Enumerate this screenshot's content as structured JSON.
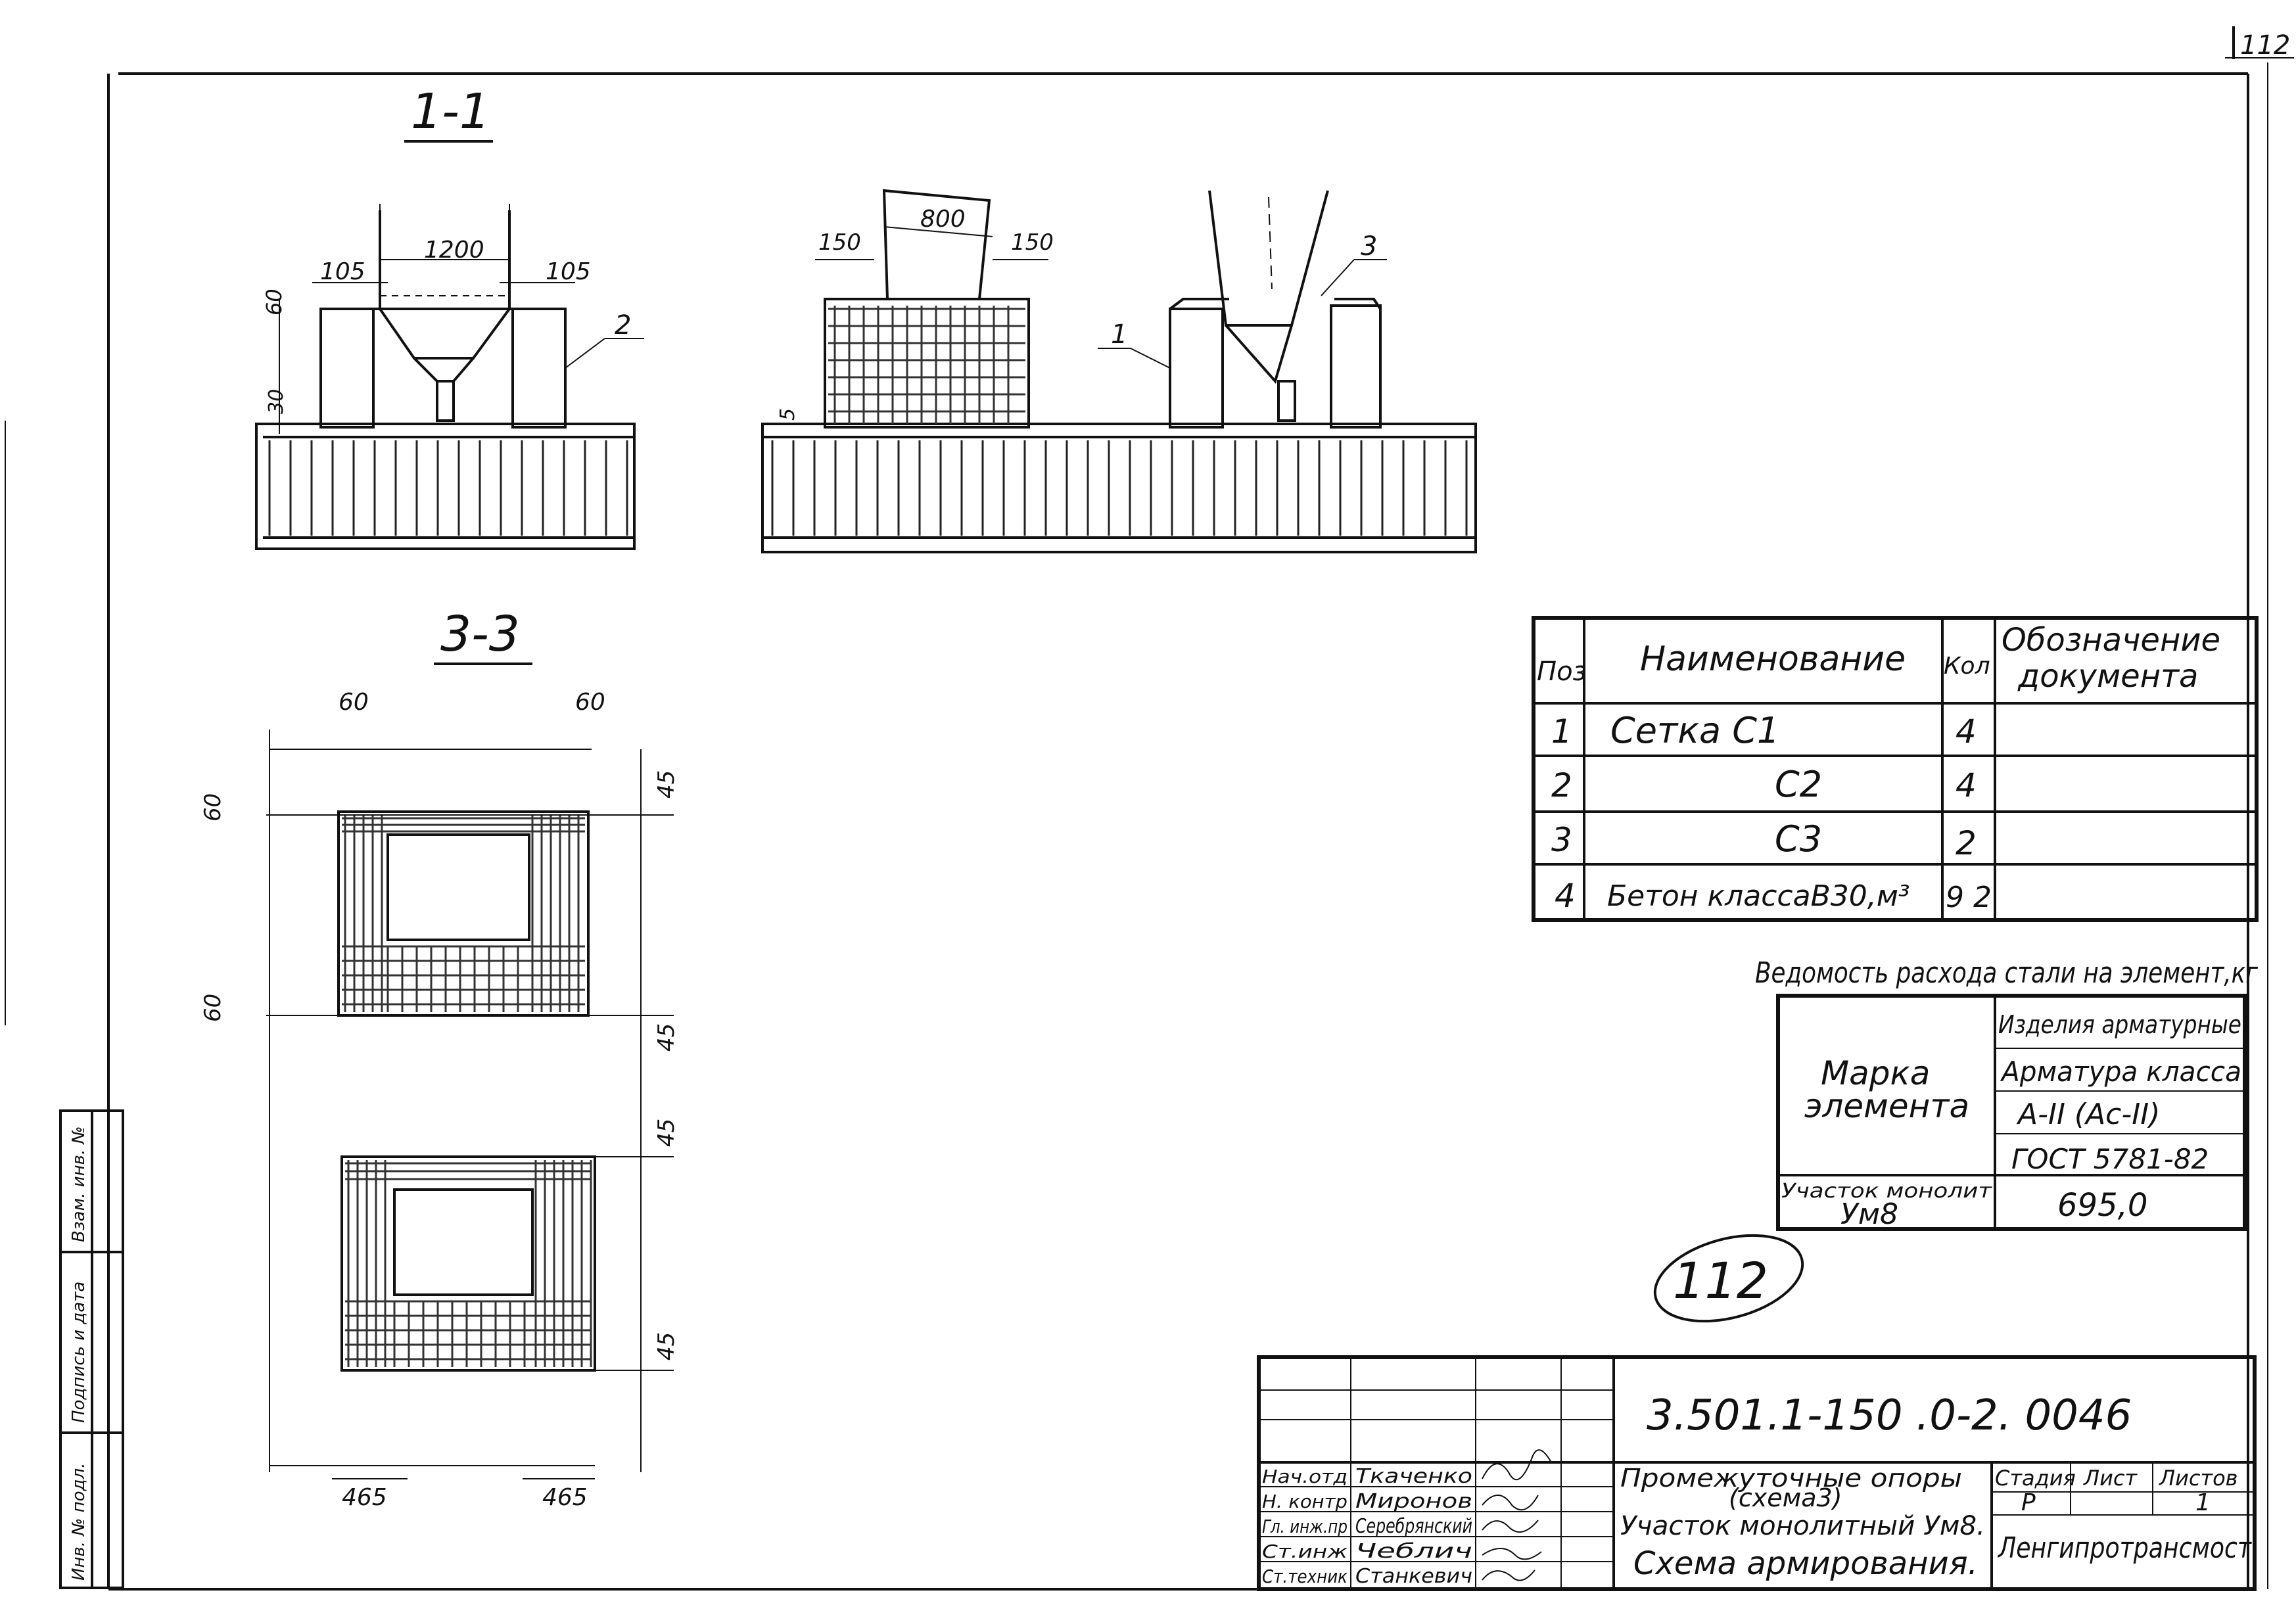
{
  "sheet_number": "112",
  "stamp": "112",
  "sections": {
    "s11": "1-1",
    "s33": "3-3"
  },
  "dims": {
    "d1200": "1200",
    "d105a": "105",
    "d105b": "105",
    "d60v1": "60",
    "d30": "30",
    "d800": "800",
    "d150a": "150",
    "d150b": "150",
    "d5": "5",
    "d60a": "60",
    "d60b": "60",
    "d60c": "60",
    "d60d": "60",
    "d45a": "45",
    "d45b": "45",
    "d45c": "45",
    "d45d": "45",
    "d465a": "465",
    "d465b": "465"
  },
  "callouts": {
    "c1": "1",
    "c2": "2",
    "c3": "3"
  },
  "spec_table": {
    "headers": {
      "pos": "Поз",
      "name": "Наименование",
      "qty": "Кол",
      "doc1": "Обозначение",
      "doc2": "документа"
    },
    "rows": [
      {
        "pos": "1",
        "name": "Сетка С1",
        "qty": "4",
        "doc": ""
      },
      {
        "pos": "2",
        "name": "С2",
        "qty": "4",
        "doc": ""
      },
      {
        "pos": "3",
        "name": "С3",
        "qty": "2",
        "doc": ""
      },
      {
        "pos": "4",
        "name": "Бетон классаВ30,м³",
        "qty": "9 2",
        "doc": ""
      }
    ]
  },
  "steel": {
    "title": "Ведомость расхода стали на элемент,кг",
    "mark1": "Марка",
    "mark2": "элемента",
    "h1": "Изделия арматурные",
    "h2": "Арматура класса",
    "h3": "А-II (Ас-II)",
    "h4": "ГОСТ 5781-82",
    "el1": "Участок монолит",
    "el2": "Ум8",
    "value": "695,0"
  },
  "title_block": {
    "code": "3.501.1-150  .0-2. 0046",
    "desc1": "Промежуточные опоры",
    "desc2": "(схема3)",
    "desc3": "Участок монолитный Ум8.",
    "desc4": "Схема армирования.",
    "stage_h": "Стадия",
    "sheet_h": "Лист",
    "sheets_h": "Листов",
    "stage": "Р",
    "sheet": "",
    "sheets": "1",
    "org": "Ленгипротрансмост",
    "people": [
      {
        "role": "Нач.отд",
        "name": "Ткаченко"
      },
      {
        "role": "Н. контр",
        "name": "Миронов"
      },
      {
        "role": "Гл. инж.пр",
        "name": "Серебрянский"
      },
      {
        "role": "Ст.инж",
        "name": "Чеблич"
      },
      {
        "role": "Ст.техник",
        "name": "Станкевич"
      }
    ]
  },
  "side_stamp": {
    "f1": "Инв. № подл.",
    "f2": "Подпись и дата",
    "f3": "Взам. инв. №"
  }
}
